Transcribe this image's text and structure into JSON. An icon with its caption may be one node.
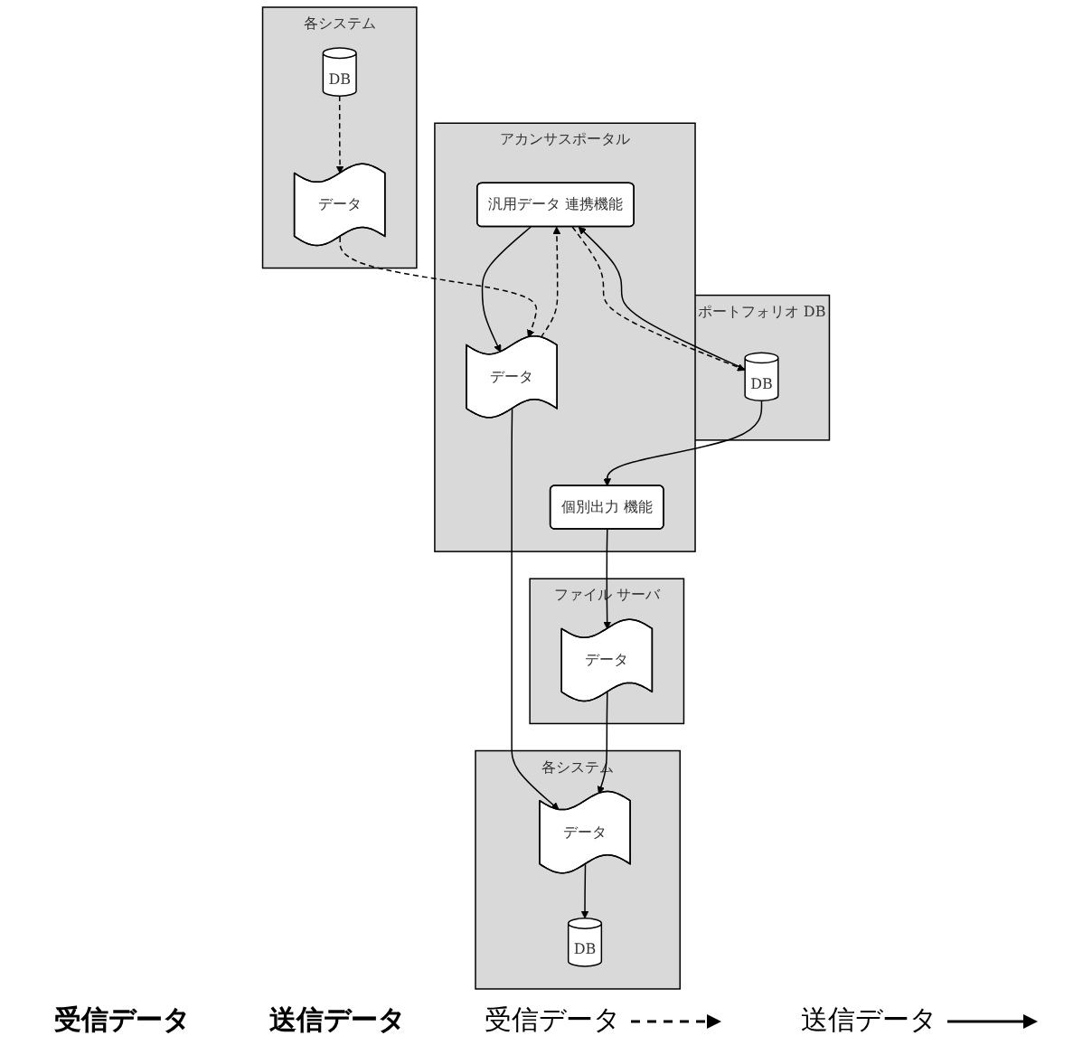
{
  "diagram": {
    "nodes": [
      {
        "text": [
          "アカンサスポータル"
        ]
      },
      {
        "text": [
          "汎用データ 連携機能"
        ],
        "in": 0
      },
      {
        "text": [
          "データ"
        ],
        "in": 0
      },
      {
        "text": [
          "個別出力 機能"
        ],
        "in": 0
      },
      {
        "text": [
          "ポートフォリオ DB"
        ]
      },
      {
        "text": [
          "DB"
        ],
        "in": 4
      },
      {
        "text": [
          "ファイル サーバ"
        ]
      },
      {
        "text": [
          "データ"
        ],
        "in": 6
      },
      {
        "text": [
          "各システム"
        ]
      },
      {
        "text": [
          "データ"
        ],
        "in": 8
      },
      {
        "text": [
          "DB"
        ],
        "in": 8
      },
      {
        "text": [
          "各システム"
        ]
      },
      {
        "text": [
          "データ"
        ],
        "in": 11
      },
      {
        "text": [
          "DB"
        ],
        "in": 11
      }
    ],
    "edges": [
      {
        "from": 5,
        "to": 1,
        "arrow": "to"
      },
      {
        "from": 1,
        "to": 5,
        "arrow": "to",
        "style": "dashed"
      },
      {
        "from": 1,
        "to": 2,
        "arrow": "to"
      },
      {
        "from": 2,
        "to": 1,
        "arrow": "to",
        "style": "dashed"
      },
      {
        "from": 5,
        "to": 3,
        "arrow": "to"
      },
      {
        "from": 2,
        "to": 12,
        "arrow": "to"
      },
      {
        "from": 3,
        "to": 7,
        "arrow": "to"
      },
      {
        "from": 7,
        "to": 12,
        "arrow": "to"
      },
      {
        "from": 9,
        "to": 2,
        "arrow": "to",
        "style": "dashed"
      },
      {
        "from": 10,
        "to": 9,
        "arrow": "to",
        "style": "dashed"
      },
      {
        "from": 12,
        "to": 13,
        "arrow": "to"
      }
    ],
    "labels": [
      "受信データ",
      "送信データ"
    ],
    "legend": [
      {
        "text": "受信データ"
      },
      {
        "text": "送信データ"
      }
    ]
  }
}
